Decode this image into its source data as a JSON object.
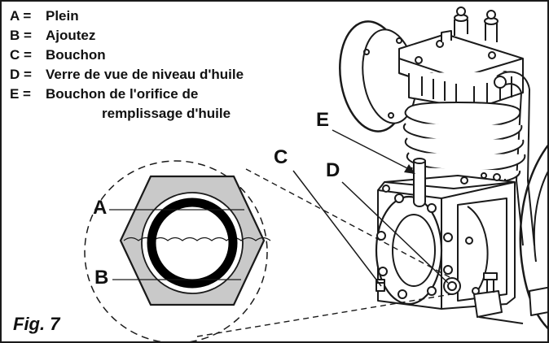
{
  "legend": [
    {
      "key": "A =",
      "text": "Plein"
    },
    {
      "key": "B =",
      "text": "Ajoutez"
    },
    {
      "key": "C =",
      "text": "Bouchon"
    },
    {
      "key": "D =",
      "text": "Verre de vue de niveau d'huile"
    },
    {
      "key": "E =",
      "text": "Bouchon de l'orifice de"
    }
  ],
  "legend_continuation": "remplissage d'huile",
  "callouts": {
    "a": "A",
    "b": "B",
    "c": "C",
    "d": "D",
    "e": "E"
  },
  "figure_label": "Fig. 7",
  "colors": {
    "line": "#1a1a1a",
    "hex_fill": "#c9c9c9",
    "window_fill": "#ffffff"
  }
}
